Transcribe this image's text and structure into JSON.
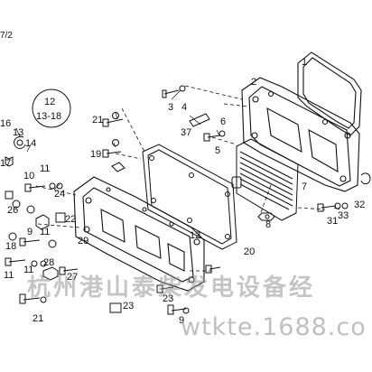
{
  "sheet_ref": "7/2",
  "group_badge": {
    "line1": "12",
    "line2": "13-18"
  },
  "callouts": {
    "c1": "1",
    "c2": "2",
    "c3": "3",
    "c4": "4",
    "c5": "5",
    "c6": "6",
    "c7": "7",
    "c8": "8",
    "c9a": "9",
    "c9b": "9",
    "c10": "10",
    "c11a": "11",
    "c11b": "11",
    "c11c": "11",
    "c11d": "11",
    "c12": "12",
    "c13": "13",
    "c14": "14",
    "c16": "16",
    "c17": "17",
    "c18": "18",
    "c19": "19",
    "c20": "20",
    "c21a": "21",
    "c21b": "21",
    "c22": "22",
    "c23a": "23",
    "c23b": "23",
    "c24": "24",
    "c26": "26",
    "c27": "27",
    "c28": "28",
    "c29": "29",
    "c31": "31",
    "c32": "32",
    "c33": "33",
    "c37": "37"
  },
  "watermark": {
    "company": "杭州港山泰柴发电设备经",
    "site": "wtkte.1688.co"
  }
}
